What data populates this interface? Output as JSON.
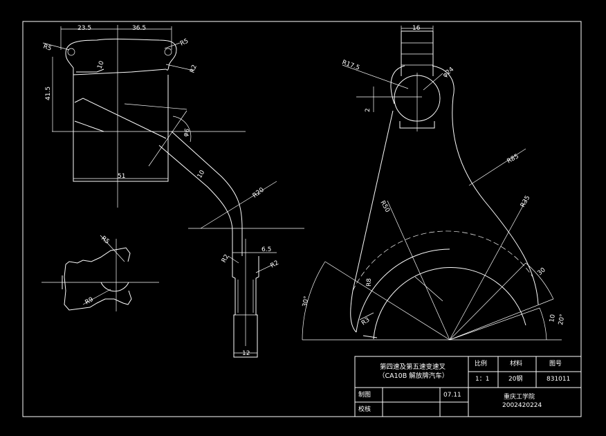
{
  "dimensions": {
    "d23_5": "23.5",
    "d36_5": "36.5",
    "d41_5": "41.5",
    "d51": "51",
    "dR5_left": "R5",
    "dR5_right": "R5",
    "dR2_top": "R2",
    "d10_tip": "10",
    "dphi6": "φ6",
    "d10_rod": "10",
    "dR20": "R20",
    "d6_5": "6.5",
    "dR2_a": "R2",
    "dR2_b": "R2",
    "d12": "12",
    "dR5_side": "R5",
    "dR9_side": "R9",
    "d16": "16",
    "dR17_5": "R17.5",
    "dphi24": "φ24",
    "d2": "2",
    "dR85": "R85",
    "dR50": "R50",
    "dR35": "R35",
    "dR8": "R8",
    "dR3": "R3",
    "d30deg": "30°",
    "d30": "30",
    "d20deg": "20°",
    "d10": "10"
  },
  "title_block": {
    "part_name_line1": "第四速及第五速变速叉",
    "part_name_line2": "（CA10B 解放牌汽车）",
    "scale_label": "比例",
    "scale_value": "1：1",
    "material_label": "材料",
    "material_value": "20钢",
    "drawing_no_label": "图号",
    "drawing_no_value": "831011",
    "drawn_label": "制图",
    "checked_label": "校核",
    "date": "07.11",
    "school": "重庆工学院",
    "student_id": "2002420224"
  }
}
